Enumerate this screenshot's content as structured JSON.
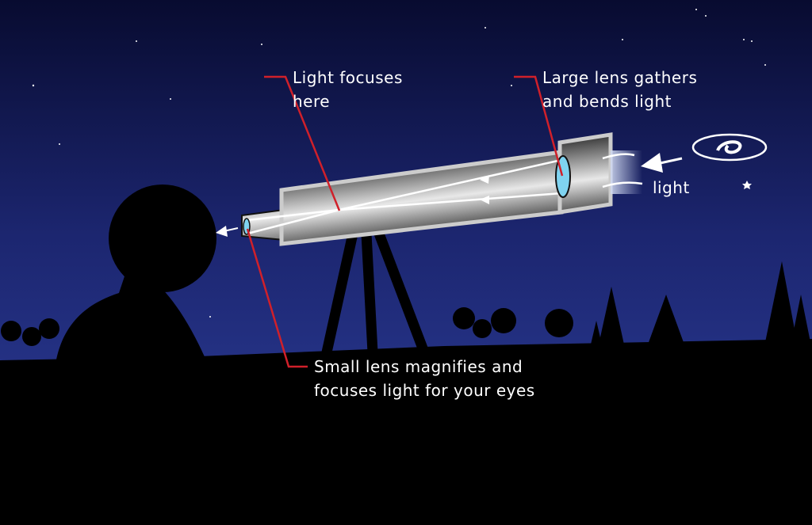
{
  "labels": {
    "focus": [
      "Light focuses",
      "here"
    ],
    "large_lens": [
      "Large lens gathers",
      "and bends light"
    ],
    "small_lens": [
      "Small lens magnifies and",
      "focuses light for your eyes"
    ],
    "light": "light"
  },
  "colors": {
    "sky_top": "#0b0f3a",
    "sky_bottom": "#2a3a95",
    "leader": "#d0202a",
    "lens": "#7fd3f0",
    "text": "#ffffff"
  },
  "icons": [
    "galaxy-icon",
    "star-icon",
    "arrow-left-icon"
  ]
}
